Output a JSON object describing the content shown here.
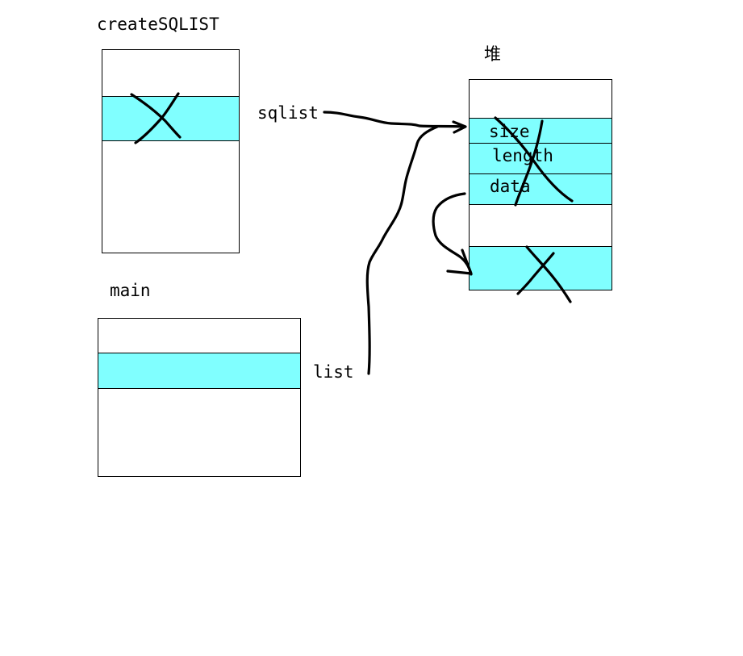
{
  "labels": {
    "create_frame": "createSQLIST",
    "main_frame": "main",
    "heap": "堆",
    "sqlist_pointer": "sqlist",
    "list_pointer": "list"
  },
  "heap_fields": [
    "size",
    "length",
    "data"
  ],
  "colors": {
    "cell_fill": "#80ffff",
    "stroke": "#000000",
    "background": "#ffffff"
  },
  "annotations": {
    "crossed_out": [
      "sqlist slot in createSQLIST frame",
      "struct in heap (size/length/data)",
      "data array in heap"
    ]
  }
}
